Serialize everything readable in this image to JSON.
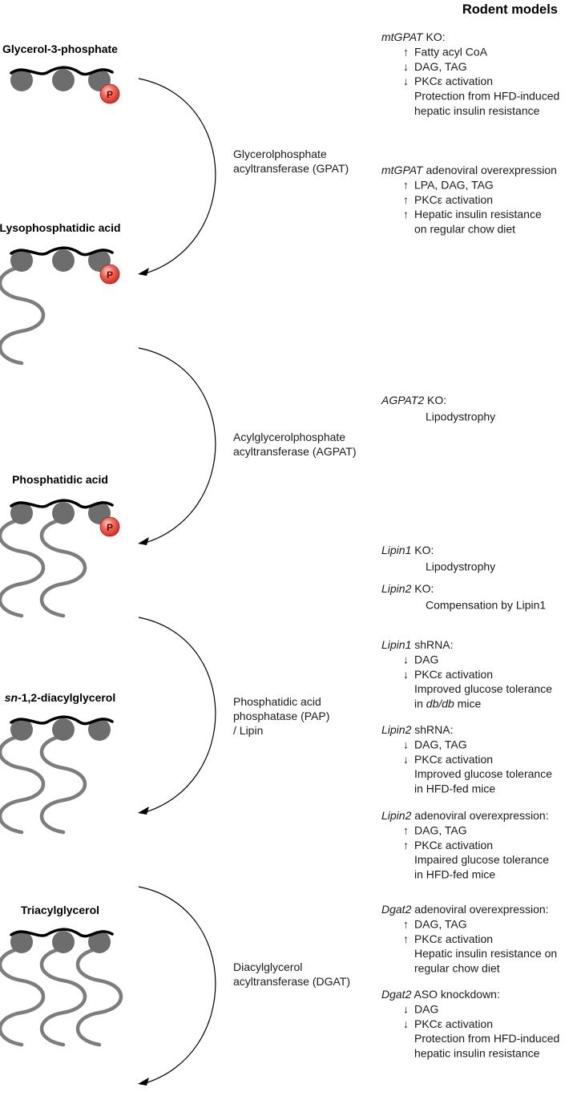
{
  "header": "Rodent models",
  "colors": {
    "head": "#6d6d6d",
    "tail": "#7d7d7d",
    "backbone": "#000000",
    "phosphate": "#e8453c",
    "arrow": "#000000"
  },
  "molecules": [
    {
      "title": [
        "Glycerol-3-phosphate"
      ],
      "tails": 0,
      "phosphate": true
    },
    {
      "title": [
        "Lysophosphatidic acid"
      ],
      "tails": 1,
      "phosphate": true
    },
    {
      "title": [
        "Phosphatidic acid"
      ],
      "tails": 2,
      "phosphate": true
    },
    {
      "title": [
        "sn",
        "-1,2-diacylglycerol"
      ],
      "tails": 2,
      "phosphate": false
    },
    {
      "title": [
        "Triacylglycerol"
      ],
      "tails": 3,
      "phosphate": false
    }
  ],
  "phosphate_label": "P",
  "enzymes": [
    {
      "lines": [
        "Glycerolphosphate",
        "acyltransferase (GPAT)"
      ]
    },
    {
      "lines": [
        "Acylglycerolphosphate",
        "acyltransferase (AGPAT)"
      ]
    },
    {
      "lines": [
        "Phosphatidic acid",
        "phosphatase (PAP)",
        "/ Lipin"
      ]
    },
    {
      "lines": [
        "Diacylglycerol",
        "acyltransferase (DGAT)"
      ]
    }
  ],
  "models": [
    {
      "name": "mtGPAT",
      "suffix": " KO:",
      "items": [
        {
          "arrow": "↑",
          "text": "Fatty acyl CoA"
        },
        {
          "arrow": "↓",
          "text": "DAG, TAG"
        },
        {
          "arrow": "↓",
          "text": "PKCε activation"
        },
        {
          "arrow": "",
          "text": "Protection from HFD-induced"
        },
        {
          "arrow": "",
          "text": "hepatic insulin resistance"
        }
      ]
    },
    {
      "name": "mtGPAT",
      "suffix": " adenoviral overexpression",
      "items": [
        {
          "arrow": "↑",
          "text": "LPA, DAG, TAG"
        },
        {
          "arrow": "↑",
          "text": "PKCε activation"
        },
        {
          "arrow": "↑",
          "text": "Hepatic insulin resistance"
        },
        {
          "arrow": "",
          "text": "on regular chow diet"
        }
      ]
    },
    {
      "name": "AGPAT2",
      "suffix": " KO:",
      "items": [
        {
          "arrow": "",
          "text": "Lipodystrophy"
        }
      ]
    },
    {
      "name": "Lipin1",
      "suffix": " KO:",
      "items": [
        {
          "arrow": "",
          "text": "Lipodystrophy"
        }
      ]
    },
    {
      "name": "Lipin2",
      "suffix": " KO:",
      "items": [
        {
          "arrow": "",
          "text": "Compensation by Lipin1"
        }
      ]
    },
    {
      "name": "Lipin1",
      "suffix": " shRNA:",
      "items": [
        {
          "arrow": "↓",
          "text": "DAG"
        },
        {
          "arrow": "↓",
          "text": "PKCε activation"
        },
        {
          "arrow": "",
          "text": "Improved glucose tolerance"
        },
        {
          "arrow": "",
          "text": "in ",
          "italic": "db/db",
          "after": " mice"
        }
      ]
    },
    {
      "name": "Lipin2",
      "suffix": " shRNA:",
      "items": [
        {
          "arrow": "↓",
          "text": "DAG, TAG"
        },
        {
          "arrow": "↓",
          "text": "PKCε activation"
        },
        {
          "arrow": "",
          "text": "Improved glucose tolerance"
        },
        {
          "arrow": "",
          "text": "in HFD-fed mice"
        }
      ]
    },
    {
      "name": "Lipin2",
      "suffix": " adenoviral overexpression:",
      "items": [
        {
          "arrow": "↑",
          "text": "DAG, TAG"
        },
        {
          "arrow": "↑",
          "text": "PKCε activation"
        },
        {
          "arrow": "",
          "text": "Impaired glucose tolerance"
        },
        {
          "arrow": "",
          "text": "in HFD-fed mice"
        }
      ]
    },
    {
      "name": "Dgat2",
      "suffix": " adenoviral overexpression:",
      "items": [
        {
          "arrow": "↑",
          "text": "DAG, TAG"
        },
        {
          "arrow": "↑",
          "text": "PKCε activation"
        },
        {
          "arrow": "",
          "text": "Hepatic insulin resistance on"
        },
        {
          "arrow": "",
          "text": "regular chow diet"
        }
      ]
    },
    {
      "name": "Dgat2",
      "suffix": " ASO knockdown:",
      "items": [
        {
          "arrow": "↓",
          "text": "DAG"
        },
        {
          "arrow": "↓",
          "text": "PKCε activation"
        },
        {
          "arrow": "",
          "text": "Protection from HFD-induced"
        },
        {
          "arrow": "",
          "text": "hepatic insulin resistance"
        }
      ]
    }
  ]
}
